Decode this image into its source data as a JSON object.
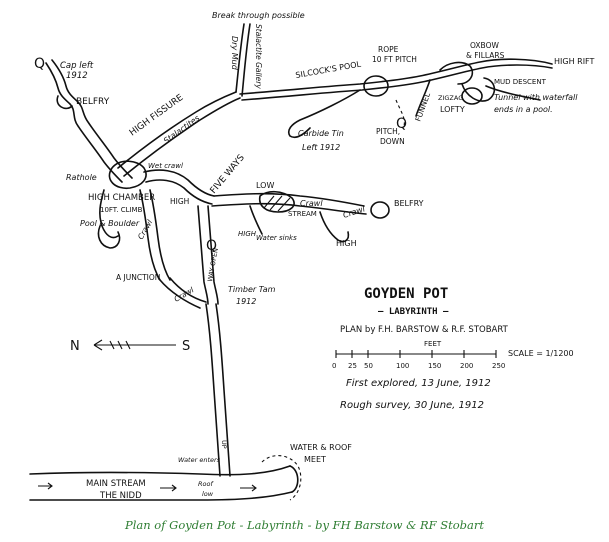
{
  "caption": "Plan of Goyden Pot - Labyrinth - by FH Barstow & RF Stobart",
  "legend": {
    "title": "GOYDEN POT",
    "subtitle": "– LABYRINTH –",
    "plan_by": "PLAN by  F.H. BARSTOW & R.F. STOBART",
    "scale_unit": "FEET",
    "scale_ticks": [
      "0",
      "25",
      "50",
      "100",
      "150",
      "200",
      "250"
    ],
    "scale_ratio": "SCALE = 1/1200",
    "first_explored": "First explored, 13 June, 1912",
    "rough_survey": "Rough survey, 30 June, 1912"
  },
  "compass": {
    "n": "N",
    "s": "S"
  },
  "labels": {
    "break_through": "Break through possible",
    "dry_mud": "Dry Mud",
    "stalactite_gallery": "Stalactite Gallery",
    "silcocks_pool": "SILCOCK'S POOL",
    "rope": "ROPE",
    "pitch_10ft": "10 FT PITCH",
    "oxbow": "OXBOW",
    "fillars": "& FILLARS",
    "high_rift": "HIGH RIFT",
    "mud_descent": "MUD DESCENT",
    "zigzag": "ZIGZAG",
    "lofty": "LOFTY",
    "tunnel_waterfall": "Tunnel with waterfall",
    "ends_pool": "ends in a pool.",
    "funnel": "FUNNEL",
    "pitch_down": "PITCH,",
    "down": "DOWN",
    "carbide_tin": "Carbide Tin",
    "left_1912": "Left 1912",
    "q": "Q",
    "cap_left": "Cap left",
    "cap_year": "1912",
    "belfry_top": "BELFRY",
    "high_fissure": "HIGH FISSURE",
    "stalactites": "Stalactites",
    "rathole": "Rathole",
    "high_chamber": "HIGH CHAMBER",
    "climb": "10FT. CLIMB",
    "wet_crawl": "Wet crawl",
    "high": "HIGH",
    "five_ways": "FIVE WAYS",
    "low": "LOW",
    "crawl": "Crawl",
    "stream": "STREAM",
    "belfry_right": "BELFRY",
    "high_right": "HIGH",
    "water_sinks": "Water sinks",
    "pool_boulder": "Pool & Boulder",
    "a_junction": "A JUNCTION",
    "way_open": "WAY OPEN",
    "timber_tam": "Timber Tam",
    "timber_year": "1912",
    "main_stream": "MAIN STREAM",
    "the_nidd": "THE NIDD",
    "roof": "Roof",
    "low_roof": "low",
    "water_entry": "Water enters",
    "water_roof": "WATER & ROOF",
    "meet": "MEET",
    "up": "UP"
  }
}
